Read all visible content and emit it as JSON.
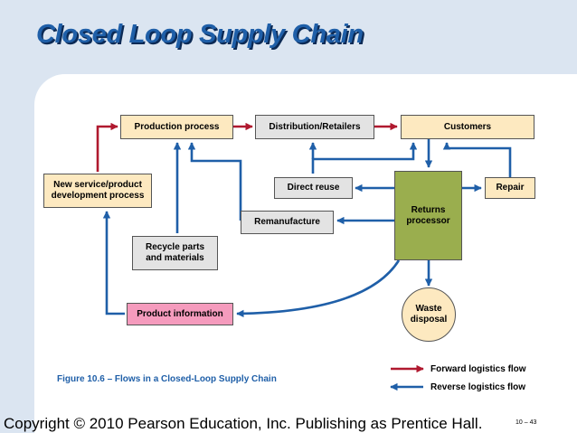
{
  "title": "Closed Loop Supply Chain",
  "boxes": {
    "production": "Production process",
    "distribution": "Distribution/Retailers",
    "customers": "Customers",
    "new_service_line1": "New service/product",
    "new_service_line2": "development process",
    "direct_reuse": "Direct reuse",
    "repair": "Repair",
    "returns_line1": "Returns",
    "returns_line2": "processor",
    "remanufacture": "Remanufacture",
    "recycle_line1": "Recycle parts",
    "recycle_line2": "and materials",
    "product_info": "Product information",
    "waste_line1": "Waste",
    "waste_line2": "disposal"
  },
  "legend": {
    "forward": "Forward logistics flow",
    "reverse": "Reverse logistics flow"
  },
  "colors": {
    "forward": "#b0192f",
    "reverse": "#1f5fa8"
  },
  "caption": "Figure 10.6 – Flows in a Closed-Loop Supply Chain",
  "footer": {
    "copyright": "Copyright © 2010 Pearson Education, Inc. Publishing as Prentice Hall.",
    "page": "10 – 43"
  }
}
